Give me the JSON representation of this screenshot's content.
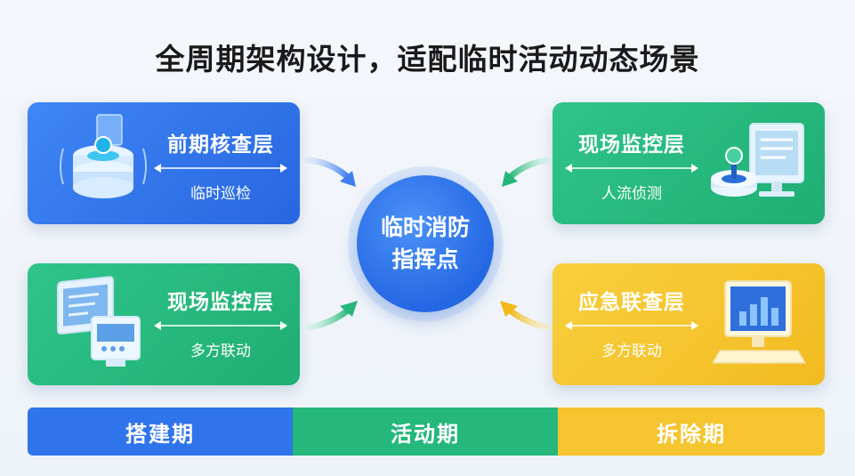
{
  "title": "全周期架构设计，适配临时活动动态场景",
  "center": {
    "text": "临时消防指挥点"
  },
  "cards": [
    {
      "id": "top-left",
      "title": "前期核查层",
      "subtitle": "临时巡检",
      "color": "#2f74ea",
      "icon": "server-database-icon"
    },
    {
      "id": "top-right",
      "title": "现场监控层",
      "subtitle": "人流侦测",
      "color": "#25b77c",
      "icon": "joystick-monitor-icon"
    },
    {
      "id": "bottom-left",
      "title": "现场监控层",
      "subtitle": "多方联动",
      "color": "#25b77c",
      "icon": "dual-screen-icon"
    },
    {
      "id": "bottom-right",
      "title": "应急联查层",
      "subtitle": "多方联动",
      "color": "#f5c42e",
      "icon": "chart-monitor-icon"
    }
  ],
  "phases": [
    {
      "label": "搭建期",
      "color": "#2f74ea"
    },
    {
      "label": "活动期",
      "color": "#25b77c"
    },
    {
      "label": "拆除期",
      "color": "#f5c42e"
    }
  ]
}
